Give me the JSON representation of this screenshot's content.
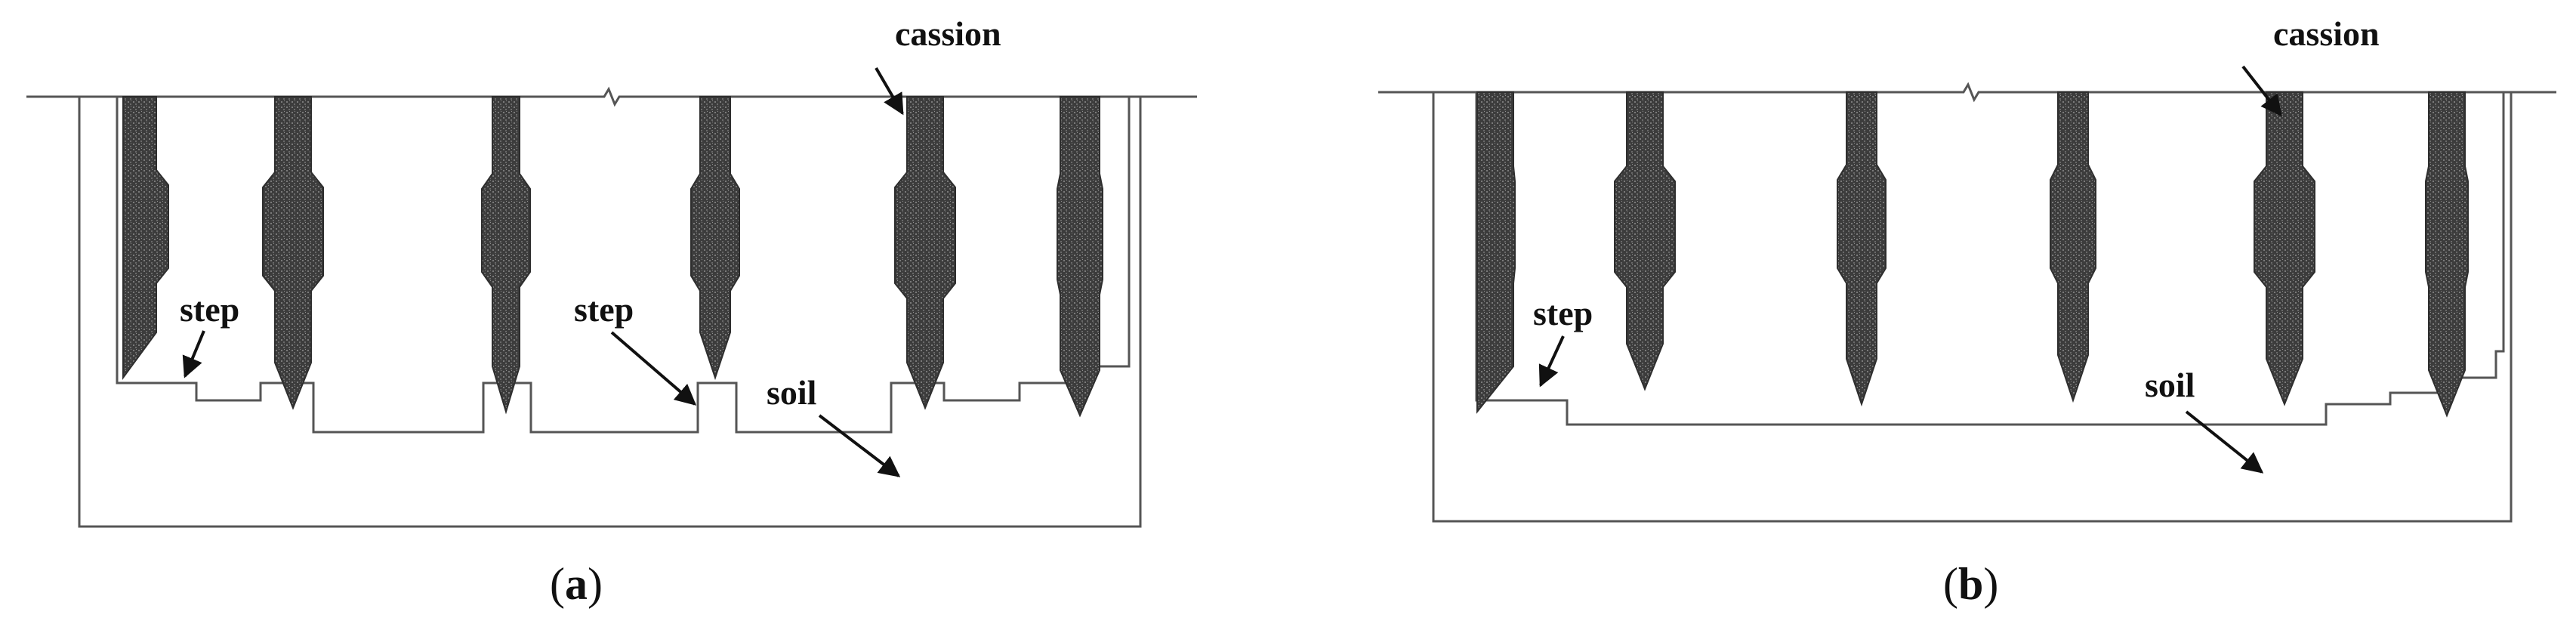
{
  "panels": [
    {
      "id": "a",
      "caption_open": "(",
      "caption_letter": "a",
      "caption_close": ")",
      "labels": {
        "cassion": "cassion",
        "step_left": "step",
        "step_mid": "step",
        "soil": "soil"
      }
    },
    {
      "id": "b",
      "caption_open": "(",
      "caption_letter": "b",
      "caption_close": ")",
      "labels": {
        "cassion": "cassion",
        "step": "step",
        "soil": "soil"
      }
    }
  ],
  "colors": {
    "line": "#555555",
    "caisson": "#4a4a4a",
    "soil_dash": "#9a9a9a",
    "text": "#111111"
  }
}
